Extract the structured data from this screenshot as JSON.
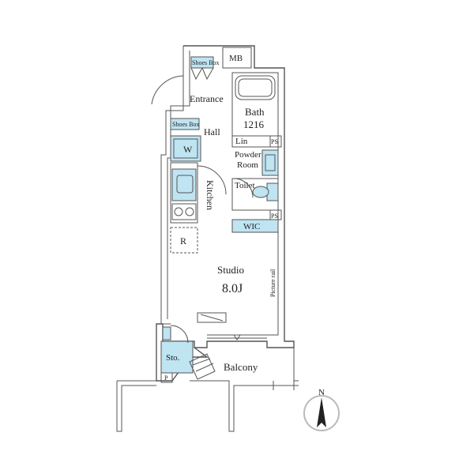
{
  "rooms": {
    "mb": "MB",
    "shoes_box_top": "Shoes Box",
    "entrance": "Entrance",
    "bath_line1": "Bath",
    "bath_line2": "1216",
    "shoes_box_hall": "Shoes Box",
    "hall": "Hall",
    "w": "W",
    "lin": "Lin",
    "ps_top": "PS",
    "powder_line1": "Powder",
    "powder_line2": "Room",
    "toilet": "Toilet",
    "kitchen": "Kitchen",
    "ps_bottom": "PS",
    "wic": "WIC",
    "r": "R",
    "studio": "Studio",
    "studio_size": "8.0J",
    "picture_rail": "Picture rail",
    "sto": "Sto.",
    "p": "P",
    "balcony": "Balcony"
  },
  "compass": {
    "label": "N"
  },
  "colors": {
    "fixture": "#bfe4f2",
    "line": "#555555"
  }
}
